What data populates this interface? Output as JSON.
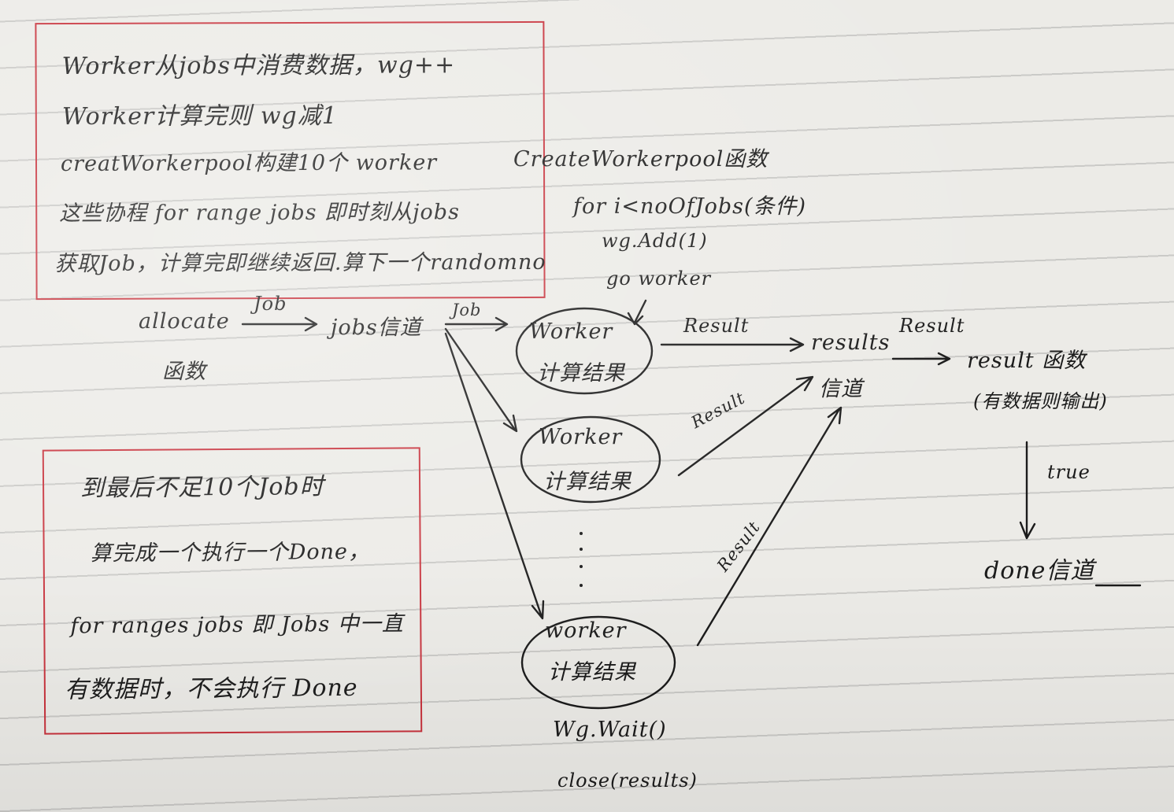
{
  "top_note": {
    "line1": "Worker从jobs中消费数据，wg++",
    "line2": "Worker计算完则 wg减1",
    "line3": "creatWorkerpool构建10个 worker",
    "line4": "这些协程 for range jobs 即时刻从jobs",
    "line5": "获取Job，计算完即继续返回.算下一个randomno"
  },
  "bottom_note": {
    "line1": "到最后不足10个Job时",
    "line2": "算完成一个执行一个Done，",
    "line3": "for ranges jobs 即 Jobs 中一直",
    "line4": "有数据时，不会执行 Done"
  },
  "create_pool": {
    "title": "CreateWorkerpool函数",
    "loop": "for i<noOfJobs(条件)",
    "add": "wg.Add(1)",
    "go": "go worker"
  },
  "allocate": {
    "name": "allocate",
    "sub": "函数"
  },
  "jobs_channel": "jobs信道",
  "labels": {
    "job1": "Job",
    "job2": "Job",
    "result1": "Result",
    "result2": "Result",
    "result3": "Result",
    "result4": "Result"
  },
  "workers": [
    {
      "name": "Worker",
      "desc": "计算结果"
    },
    {
      "name": "Worker",
      "desc": "计算结果"
    },
    {
      "name": "worker",
      "desc": "计算结果"
    }
  ],
  "results_channel": {
    "name": "results",
    "sub": "信道"
  },
  "result_func": {
    "name": "result 函数",
    "sub": "(有数据则输出)"
  },
  "true_label": "true",
  "done_channel": "done信道",
  "wait": {
    "line1": "Wg.Wait()",
    "line2": "close(results)"
  }
}
